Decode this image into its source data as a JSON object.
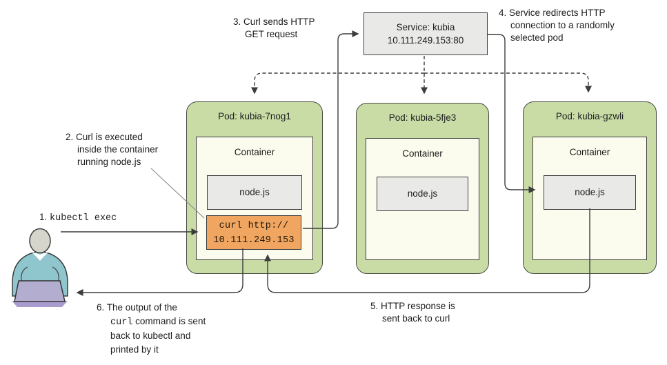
{
  "figure": {
    "service": {
      "name": "Service: kubia",
      "address": "10.111.249.153:80"
    },
    "pods": [
      {
        "title": "Pod: kubia-7nog1",
        "container": "Container",
        "app": "node.js"
      },
      {
        "title": "Pod: kubia-5fje3",
        "container": "Container",
        "app": "node.js"
      },
      {
        "title": "Pod: kubia-gzwli",
        "container": "Container",
        "app": "node.js"
      }
    ],
    "curl": {
      "line1": "curl http://",
      "line2": "10.111.249.153"
    },
    "steps": {
      "s1": {
        "prefix": "1.",
        "command": "kubectl exec"
      },
      "s2": [
        "2. Curl is executed",
        "inside the container",
        "running node.js"
      ],
      "s3": [
        "3. Curl sends HTTP",
        "GET request"
      ],
      "s4": [
        "4. Service redirects HTTP",
        "connection to a randomly",
        "selected pod"
      ],
      "s5": [
        "5. HTTP response is",
        "sent back to curl"
      ],
      "s6": {
        "line1": "6. The output of the",
        "line2_code": "curl",
        "line2_rest": " command is sent",
        "line3": "back to kubectl and",
        "line4": "printed by it"
      }
    },
    "colors": {
      "pod_fill": "#c9dca6",
      "pod_border": "#474b41",
      "container_fill": "#fbfbee",
      "box_gray_fill": "#e9e9e7",
      "curl_fill": "#f0a661",
      "line": "#3c3c3c",
      "person_body": "#8fc5cd",
      "person_head": "#d5d5cc",
      "laptop": "#b3adcf",
      "laptop_shadow": "#a89bcd"
    }
  }
}
